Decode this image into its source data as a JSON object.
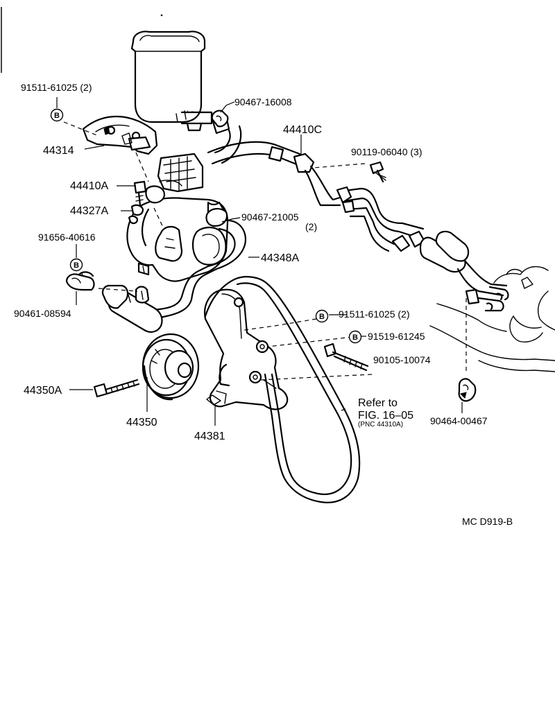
{
  "labels": {
    "p1": "91511-61025 (2)",
    "p2": "90467-16008",
    "p3": "44410C",
    "p4": "44314",
    "p5": "90119-06040 (3)",
    "p6": "44410A",
    "p7": "44327A",
    "p8": "90467-21005",
    "p8b": "(2)",
    "p9": "91656-40616",
    "p10": "44348A",
    "p11": "90461-08594",
    "p12": "91511-61025 (2)",
    "p13": "91519-61245",
    "p14": "90105-10074",
    "p15": "44350A",
    "p16": "44350",
    "p17": "44381",
    "p18": "90464-00467"
  },
  "marker": "B",
  "refer": {
    "line1": "Refer to",
    "line2": "FIG. 16–05",
    "line3": "(PNC 44310A)"
  },
  "code": "MC D919-B"
}
